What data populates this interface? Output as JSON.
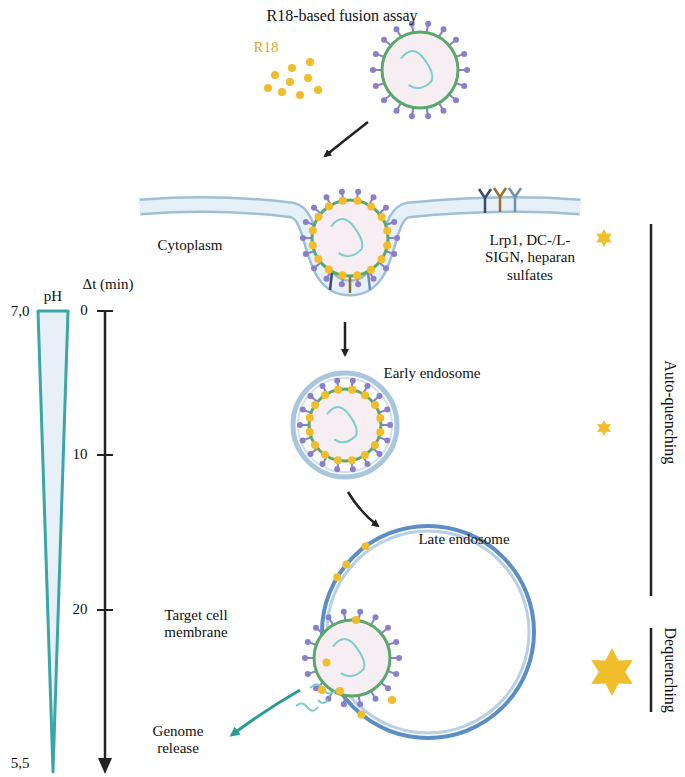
{
  "diagram": {
    "title": "R18-based fusion assay",
    "labels": [
      "R18",
      "Cytoplasm",
      "Lrp1, DC-/L-SIGN, heparan sulfates",
      "Early endosome",
      "Late endosome",
      "Target cell membrane",
      "Genome release",
      "pH",
      "Δt (min)",
      "7,0",
      "0",
      "10",
      "20",
      "5,5",
      "Auto-quenching",
      "Dequenching"
    ]
  }
}
